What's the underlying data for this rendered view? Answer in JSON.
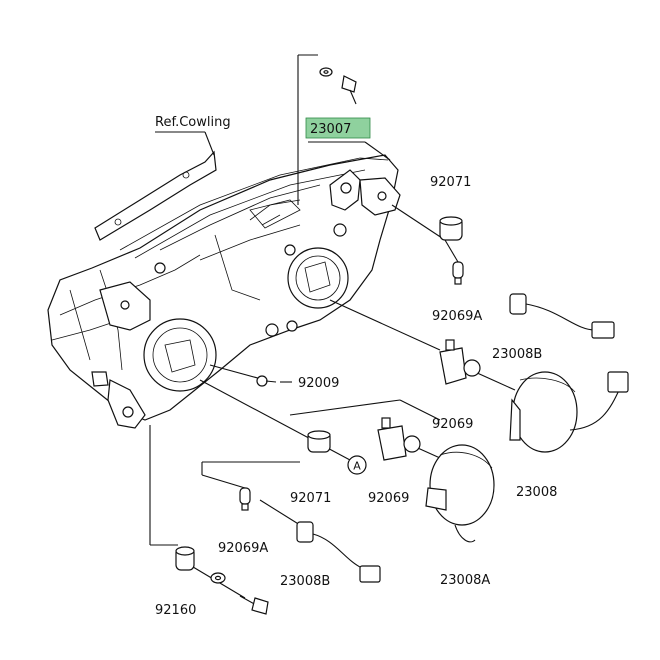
{
  "labels": {
    "ref_cowling": "Ref.Cowling",
    "p23007": "23007",
    "p92071_top": "92071",
    "p92069A_top": "92069A",
    "p23008B_top": "23008B",
    "p92009": "92009",
    "p92069_right": "92069",
    "p92071_bottom": "92071",
    "p92069_mid": "92069",
    "p23008": "23008",
    "p92069A_bottom": "92069A",
    "p23008A": "23008A",
    "p23008B_bottom": "23008B",
    "p92160": "92160",
    "ref_A": "A"
  },
  "colors": {
    "highlight": "#8fd19e",
    "line": "#111111"
  }
}
